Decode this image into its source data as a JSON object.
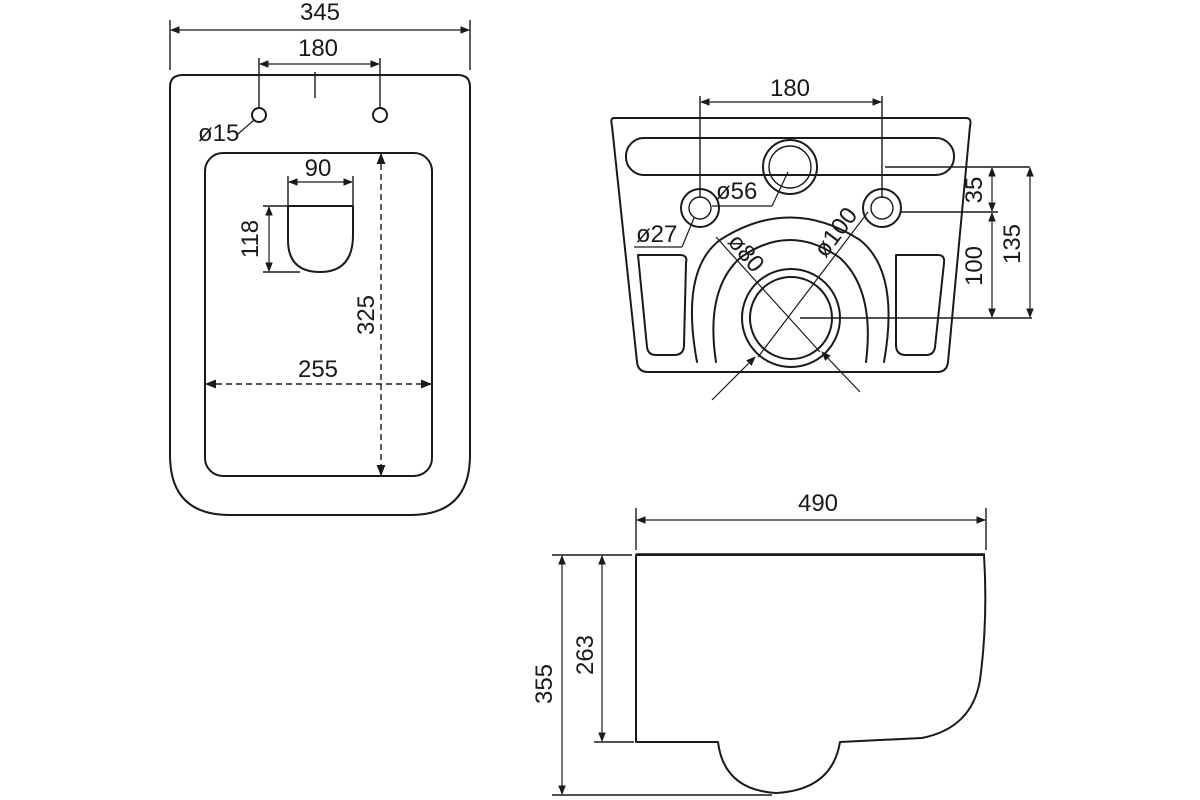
{
  "top_view": {
    "overall_width": "345",
    "hole_spacing": "180",
    "hole_diameter": "ø15",
    "outlet_width": "90",
    "outlet_length": "118",
    "bowl_length": "325",
    "bowl_width": "255"
  },
  "rear_view": {
    "bolt_spacing": "180",
    "inlet_diameter": "ø56",
    "bolt_hole_diameter": "ø27",
    "outlet_diameter": "ø80",
    "outlet_outer_diameter": "ø100",
    "inlet_offset": "35",
    "outlet_height": "100",
    "total_height": "135"
  },
  "side_view": {
    "depth": "490",
    "total_height": "355",
    "body_height": "263"
  },
  "colors": {
    "line": "#1a1a1a",
    "background": "#ffffff"
  }
}
